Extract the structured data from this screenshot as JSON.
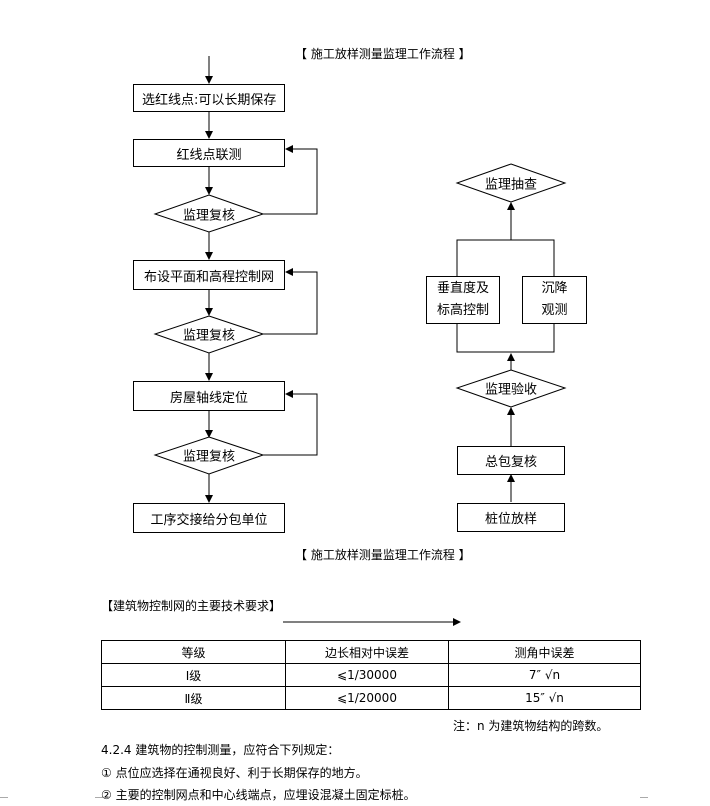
{
  "flow_title_top": "【  施工放样测量监理工作流程  】",
  "flow_title_bottom": "【  施工放样测量监理工作流程  】",
  "left_flow": {
    "box1": "选红线点:可以长期保存",
    "box2": "红线点联测",
    "check1": "监理复核",
    "box3": "布设平面和高程控制网",
    "check2": "监理复核",
    "box4": "房屋轴线定位",
    "check3": "监理复核",
    "box5": "工序交接给分包单位"
  },
  "right_flow": {
    "top_check": "监理抽查",
    "vertical_line1": "垂直度及",
    "vertical_line2": "标高控制",
    "settle_line1": "沉降",
    "settle_line2": "观测",
    "accept": "监理验收",
    "review": "总包复核",
    "pile": "桩位放样"
  },
  "spec": {
    "heading": "【建筑物控制网的主要技术要求】",
    "headers": [
      "等级",
      "边长相对中误差",
      "测角中误差"
    ],
    "rows": [
      [
        "Ⅰ级",
        "⩽1/30000",
        "7″ √n"
      ],
      [
        "Ⅱ级",
        "⩽1/20000",
        "15″ √n"
      ]
    ],
    "note": "注：n 为建筑物结构的跨数。"
  },
  "paragraphs": {
    "p1": "4.2.4  建筑物的控制测量，应符合下列规定：",
    "p2": "①  点位应选择在通视良好、利于长期保存的地方。",
    "p3": "②  主要的控制网点和中心线端点，应埋设混凝土固定标桩。"
  }
}
